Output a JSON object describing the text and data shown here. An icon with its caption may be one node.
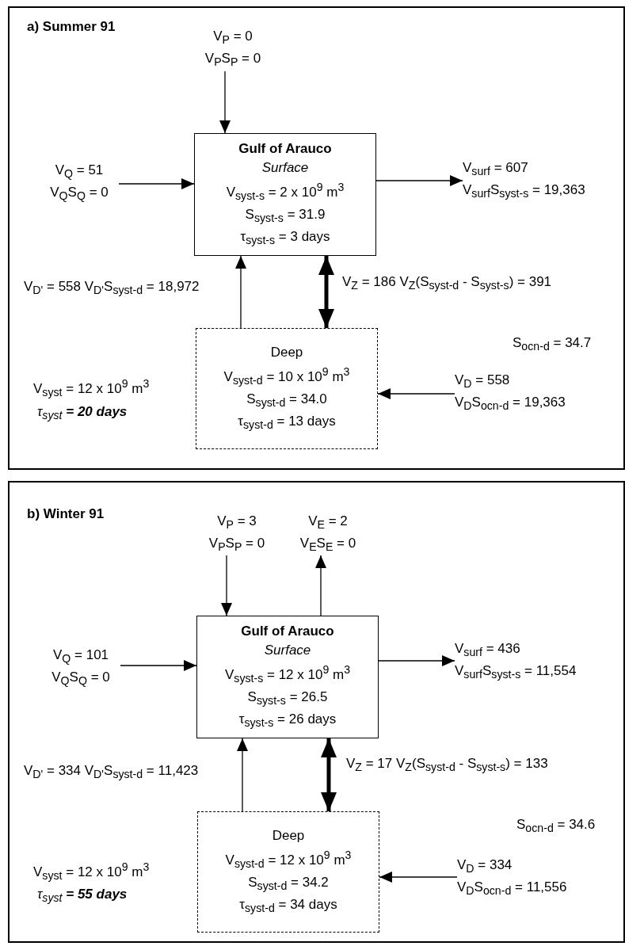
{
  "diagram": {
    "nodes": [
      {
        "text": [
          "a) Summer 91"
        ]
      },
      {
        "text": [
          "V$_{P}$ = 0",
          "V$_{P}$S$_{P}$ = 0"
        ],
        "in": 0
      },
      {
        "text": [
          "V$_{Q}$ = 51",
          "V$_{Q}$S$_{Q}$ = 0"
        ],
        "in": 0
      },
      {
        "text": [
          "Gulf of Arauco",
          "Surface",
          "V$_{syst-s}$ = 2 x 10$^{9}$ m$^{3}$",
          "S$_{syst-s}$ = 31.9",
          "τ$_{syst-s}$ = 3 days"
        ],
        "in": 0
      },
      {
        "text": [
          "V$_{surf}$ = 607",
          "V$_{surf}$S$_{syst-s}$ = 19,363"
        ],
        "in": 0
      },
      {
        "text": [
          "Deep",
          "V$_{syst-d}$ = 10 x 10$^{9}$ m$^{3}$",
          "S$_{syst-d}$ = 34.0",
          "τ$_{syst-d}$ = 13 days"
        ],
        "in": 0
      },
      {
        "text": [
          "V$_{D}$ = 558",
          "V$_{D}$S$_{ocn-d}$ = 19,363"
        ],
        "in": 0
      },
      {
        "text": [
          "b) Winter 91"
        ]
      },
      {
        "text": [
          "V$_{P}$ = 3",
          "V$_{P}$S$_{P}$ = 0"
        ],
        "in": 7
      },
      {
        "text": [
          "V$_{E}$ = 2",
          "V$_{E}$S$_{E}$ = 0"
        ],
        "in": 7
      },
      {
        "text": [
          "V$_{Q}$ = 101",
          "V$_{Q}$S$_{Q}$ = 0"
        ],
        "in": 7
      },
      {
        "text": [
          "Gulf of Arauco",
          "Surface",
          "V$_{syst-s}$ = 12 x 10$^{9}$ m$^{3}$",
          "S$_{syst-s}$ = 26.5",
          "τ$_{syst-s}$ = 26 days"
        ],
        "in": 7
      },
      {
        "text": [
          "V$_{surf}$ = 436",
          "V$_{surf}$S$_{syst-s}$ = 11,554"
        ],
        "in": 7
      },
      {
        "text": [
          "Deep",
          "V$_{syst-d}$ = 12 x 10$^{9}$ m$^{3}$",
          "S$_{syst-d}$ = 34.2",
          "τ$_{syst-d}$ = 34 days"
        ],
        "in": 7
      },
      {
        "text": [
          "V$_{D}$ = 334",
          "V$_{D}$S$_{ocn-d}$ = 11,556"
        ],
        "in": 7
      }
    ],
    "edges": [
      {
        "from": 1,
        "to": 3,
        "arrow": "to"
      },
      {
        "from": 2,
        "to": 3,
        "arrow": "to"
      },
      {
        "from": 3,
        "to": 4,
        "arrow": "to"
      },
      {
        "from": 5,
        "to": 3,
        "arrow": "to",
        "label": "V$_{D'}$ = 558 V$_{D'}$S$_{syst-d}$ = 18,972"
      },
      {
        "from": 3,
        "to": 5,
        "arrow": "both",
        "style": "thick",
        "label": "V$_{Z}$ = 186 V$_{Z}$(S$_{syst-d}$ - S$_{syst-s}$) = 391"
      },
      {
        "from": 6,
        "to": 5,
        "arrow": "to"
      },
      {
        "from": 8,
        "to": 11,
        "arrow": "to"
      },
      {
        "from": 11,
        "to": 9,
        "arrow": "to"
      },
      {
        "from": 10,
        "to": 11,
        "arrow": "to"
      },
      {
        "from": 11,
        "to": 12,
        "arrow": "to"
      },
      {
        "from": 13,
        "to": 11,
        "arrow": "to",
        "label": "V$_{D'}$ = 334 V$_{D'}$S$_{syst-d}$ = 11,423"
      },
      {
        "from": 11,
        "to": 13,
        "arrow": "both",
        "style": "thick",
        "label": "V$_{Z}$ = 17 V$_{Z}$(S$_{syst-d}$ - S$_{syst-s}$) = 133"
      },
      {
        "from": 14,
        "to": 13,
        "arrow": "to"
      }
    ],
    "labels": [
      "S$_{ocn-d}$ = 34.7",
      "V$_{syst}$ = 12 x 10$^{9}$ m$^{3}$",
      "τ$_{syst}$ **= 20 days**",
      "S$_{ocn-d}$ = 34.6",
      "V$_{syst}$ = 12 x 10$^{9}$ m$^{3}$",
      "τ$_{syst}$ **= 55 days**"
    ]
  }
}
